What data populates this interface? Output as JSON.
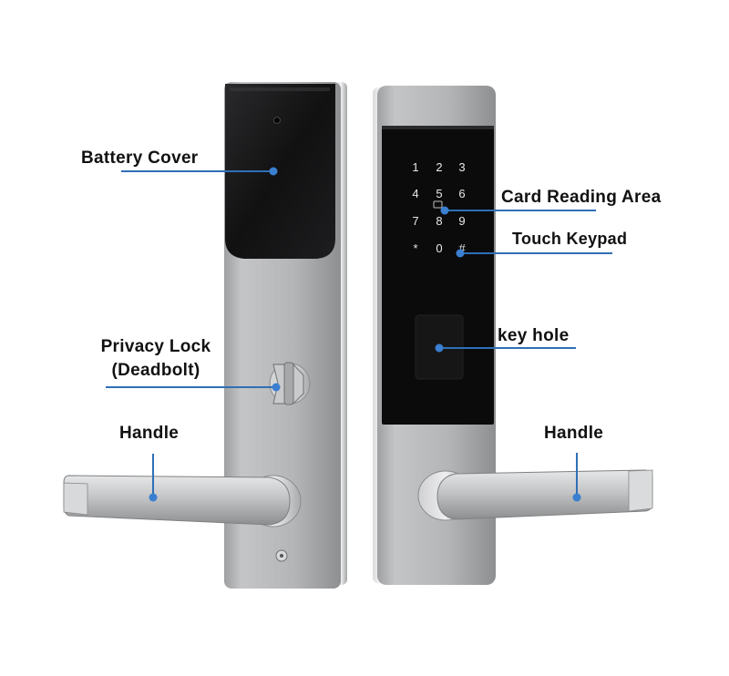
{
  "labels": {
    "battery_cover": "Battery Cover",
    "privacy_lock_line1": "Privacy Lock",
    "privacy_lock_line2": "(Deadbolt)",
    "handle_left": "Handle",
    "card_reading_area": "Card Reading Area",
    "touch_keypad": "Touch Keypad",
    "key_hole": "key hole",
    "handle_right": "Handle"
  },
  "keypad": {
    "keys": [
      "1",
      "2",
      "3",
      "4",
      "5",
      "6",
      "7",
      "8",
      "9",
      "*",
      "0",
      "#"
    ]
  },
  "colors": {
    "leader_line": "#2f6fb7",
    "leader_dot": "#3a7fd0",
    "panel": "#0b0b0c",
    "metal": "#b9b9bb"
  }
}
